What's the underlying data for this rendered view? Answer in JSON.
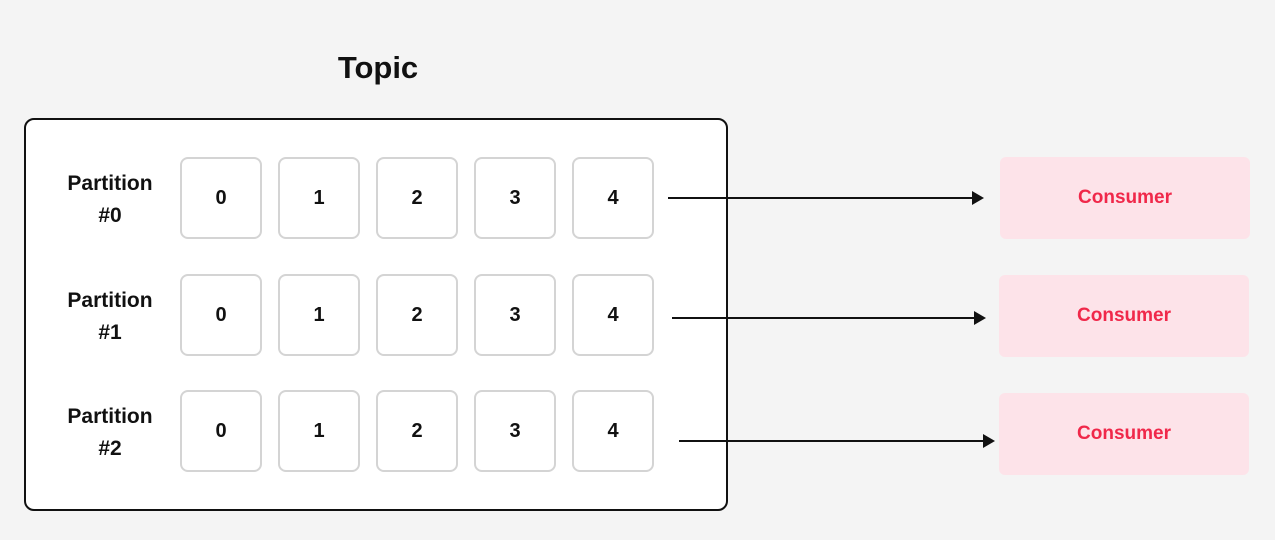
{
  "diagram": {
    "title": "Topic",
    "colors": {
      "consumer_fill": "#fde3e9",
      "consumer_text": "#f0284a",
      "cell_border": "#d4d4d4",
      "outline": "#111111"
    },
    "partitions": [
      {
        "label_line1": "Partition",
        "label_line2": "#0",
        "offsets": [
          "0",
          "1",
          "2",
          "3",
          "4"
        ],
        "consumer": "Consumer"
      },
      {
        "label_line1": "Partition",
        "label_line2": "#1",
        "offsets": [
          "0",
          "1",
          "2",
          "3",
          "4"
        ],
        "consumer": "Consumer"
      },
      {
        "label_line1": "Partition",
        "label_line2": "#2",
        "offsets": [
          "0",
          "1",
          "2",
          "3",
          "4"
        ],
        "consumer": "Consumer"
      }
    ]
  }
}
